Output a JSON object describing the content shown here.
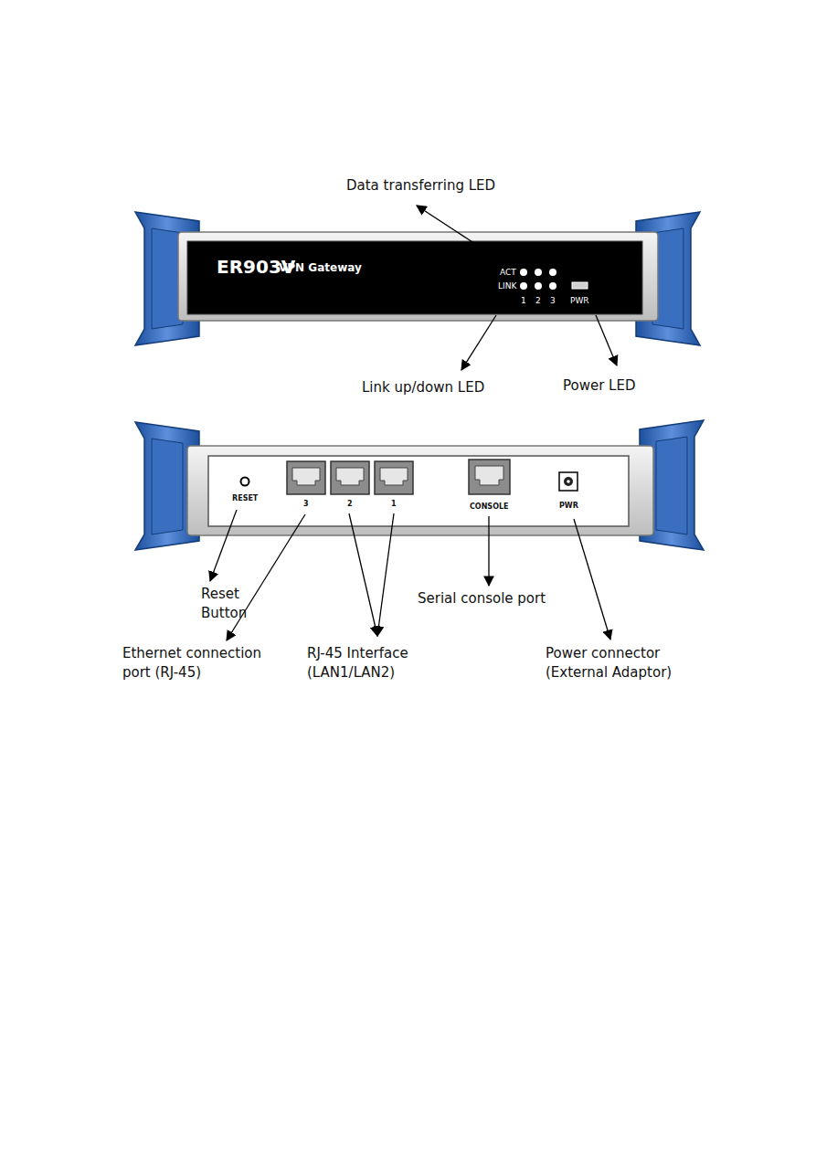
{
  "diagram": {
    "labels": [
      "Data transferring LED",
      "ER903V",
      "VPN Gateway",
      "ACT",
      "LINK",
      "1",
      "2",
      "3",
      "PWR",
      "Link up/down LED",
      "Power LED",
      "RESET",
      "3",
      "2",
      "1",
      "CONSOLE",
      "PWR",
      "Reset Button",
      "Ethernet connection port (RJ-45)",
      "RJ-45 Interface (LAN1/LAN2)",
      "Serial console port",
      "Power connector (External Adaptor)"
    ]
  }
}
